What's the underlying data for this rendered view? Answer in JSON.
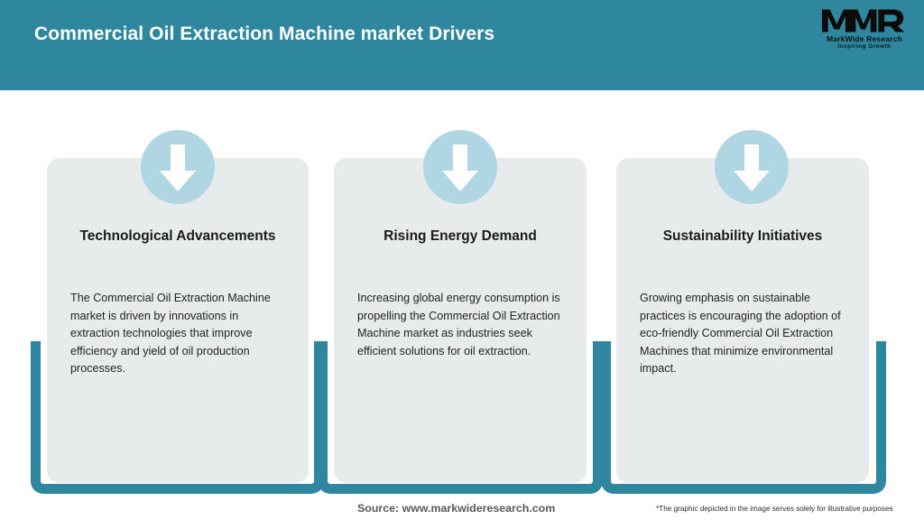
{
  "header": {
    "title": "Commercial Oil Extraction Machine market Drivers",
    "background_color": "#2e879e",
    "title_color": "#ffffff",
    "logo": {
      "mark": "MWR",
      "name": "MarkWide Research",
      "tagline": "Inspiring Growth"
    }
  },
  "theme": {
    "accent_teal": "#2e879e",
    "card_background": "#e8ebec",
    "circle_blue": "#b0d6e4",
    "arrow_color": "#ffffff"
  },
  "cards": [
    {
      "icon": "down-arrow-icon",
      "title": "Technological Advancements",
      "body": "The Commercial Oil Extraction Machine market is driven by innovations in extraction technologies that improve efficiency and yield of oil production processes."
    },
    {
      "icon": "down-arrow-icon",
      "title": "Rising Energy Demand",
      "body": "Increasing global energy consumption is propelling the Commercial Oil Extraction Machine market as industries seek efficient solutions for oil extraction."
    },
    {
      "icon": "down-arrow-icon",
      "title": "Sustainability Initiatives",
      "body": "Growing emphasis on sustainable practices is encouraging the adoption of eco-friendly Commercial Oil Extraction Machines that minimize environmental impact."
    }
  ],
  "footer": {
    "source": "Source: www.markwideresearch.com",
    "disclaimer": "*The graphic depicted in the image serves solely for illustrative purposes"
  }
}
